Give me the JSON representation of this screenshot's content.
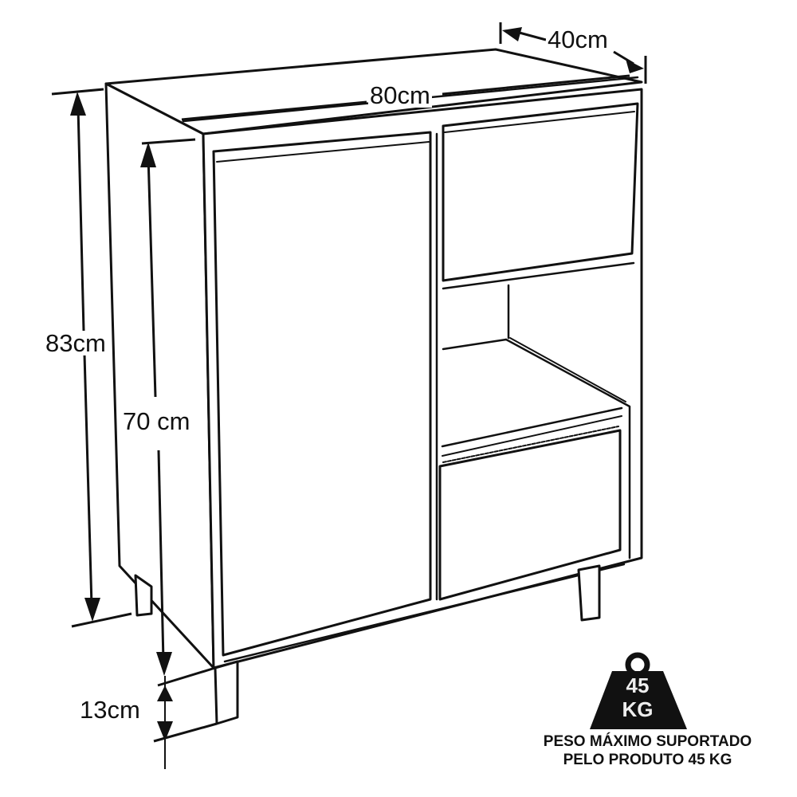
{
  "diagram": {
    "title": "Cabinet dimensions drawing",
    "dimensions": {
      "depth": "40cm",
      "width": "80cm",
      "total_height": "83cm",
      "body_height": "70 cm",
      "leg_height": "13cm"
    },
    "weight_badge": {
      "icon": "weight-icon",
      "value": "45",
      "unit": "KG"
    },
    "caption": {
      "line1": "PESO MÁXIMO SUPORTADO",
      "line2": "PELO PRODUTO 45 KG"
    },
    "colors": {
      "line": "#111111",
      "background": "#ffffff",
      "badge": "#111111",
      "badge_text": "#eeeeee"
    }
  }
}
